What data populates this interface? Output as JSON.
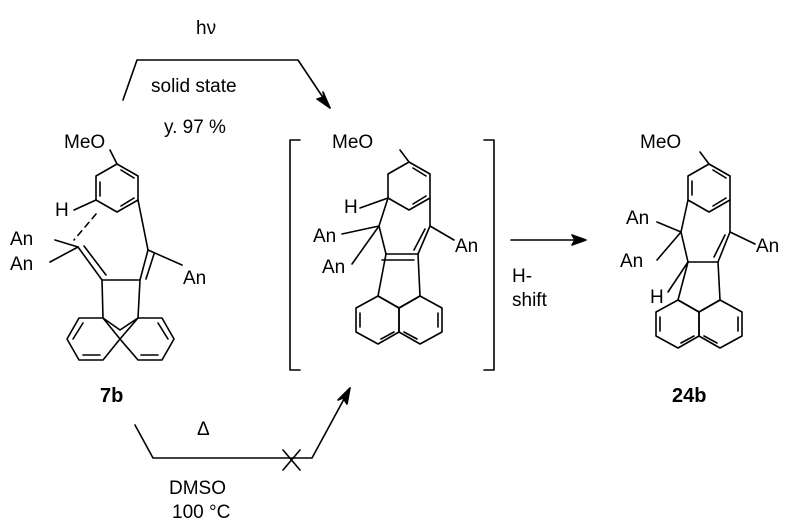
{
  "scheme": {
    "photo_condition": {
      "light": "hν",
      "medium": "solid state",
      "yield": "y. 97 %"
    },
    "thermal_condition": {
      "heat": "Δ",
      "solvent": "DMSO",
      "temperature": "100 °C"
    },
    "hshift_label": {
      "line1": "H-",
      "line2": "shift"
    },
    "compound_7b": {
      "label": "7b",
      "substituents": {
        "methoxy": "MeO",
        "hydrogen": "H",
        "an_left_top": "An",
        "an_left_bottom": "An",
        "an_right": "An"
      }
    },
    "intermediate": {
      "substituents": {
        "methoxy": "MeO",
        "hydrogen": "H",
        "an_left_top": "An",
        "an_left_bottom": "An",
        "an_right": "An"
      }
    },
    "compound_24b": {
      "label": "24b",
      "substituents": {
        "methoxy": "MeO",
        "an_left_top": "An",
        "an_left_bottom": "An",
        "an_right": "An",
        "hydrogen": "H"
      }
    }
  }
}
